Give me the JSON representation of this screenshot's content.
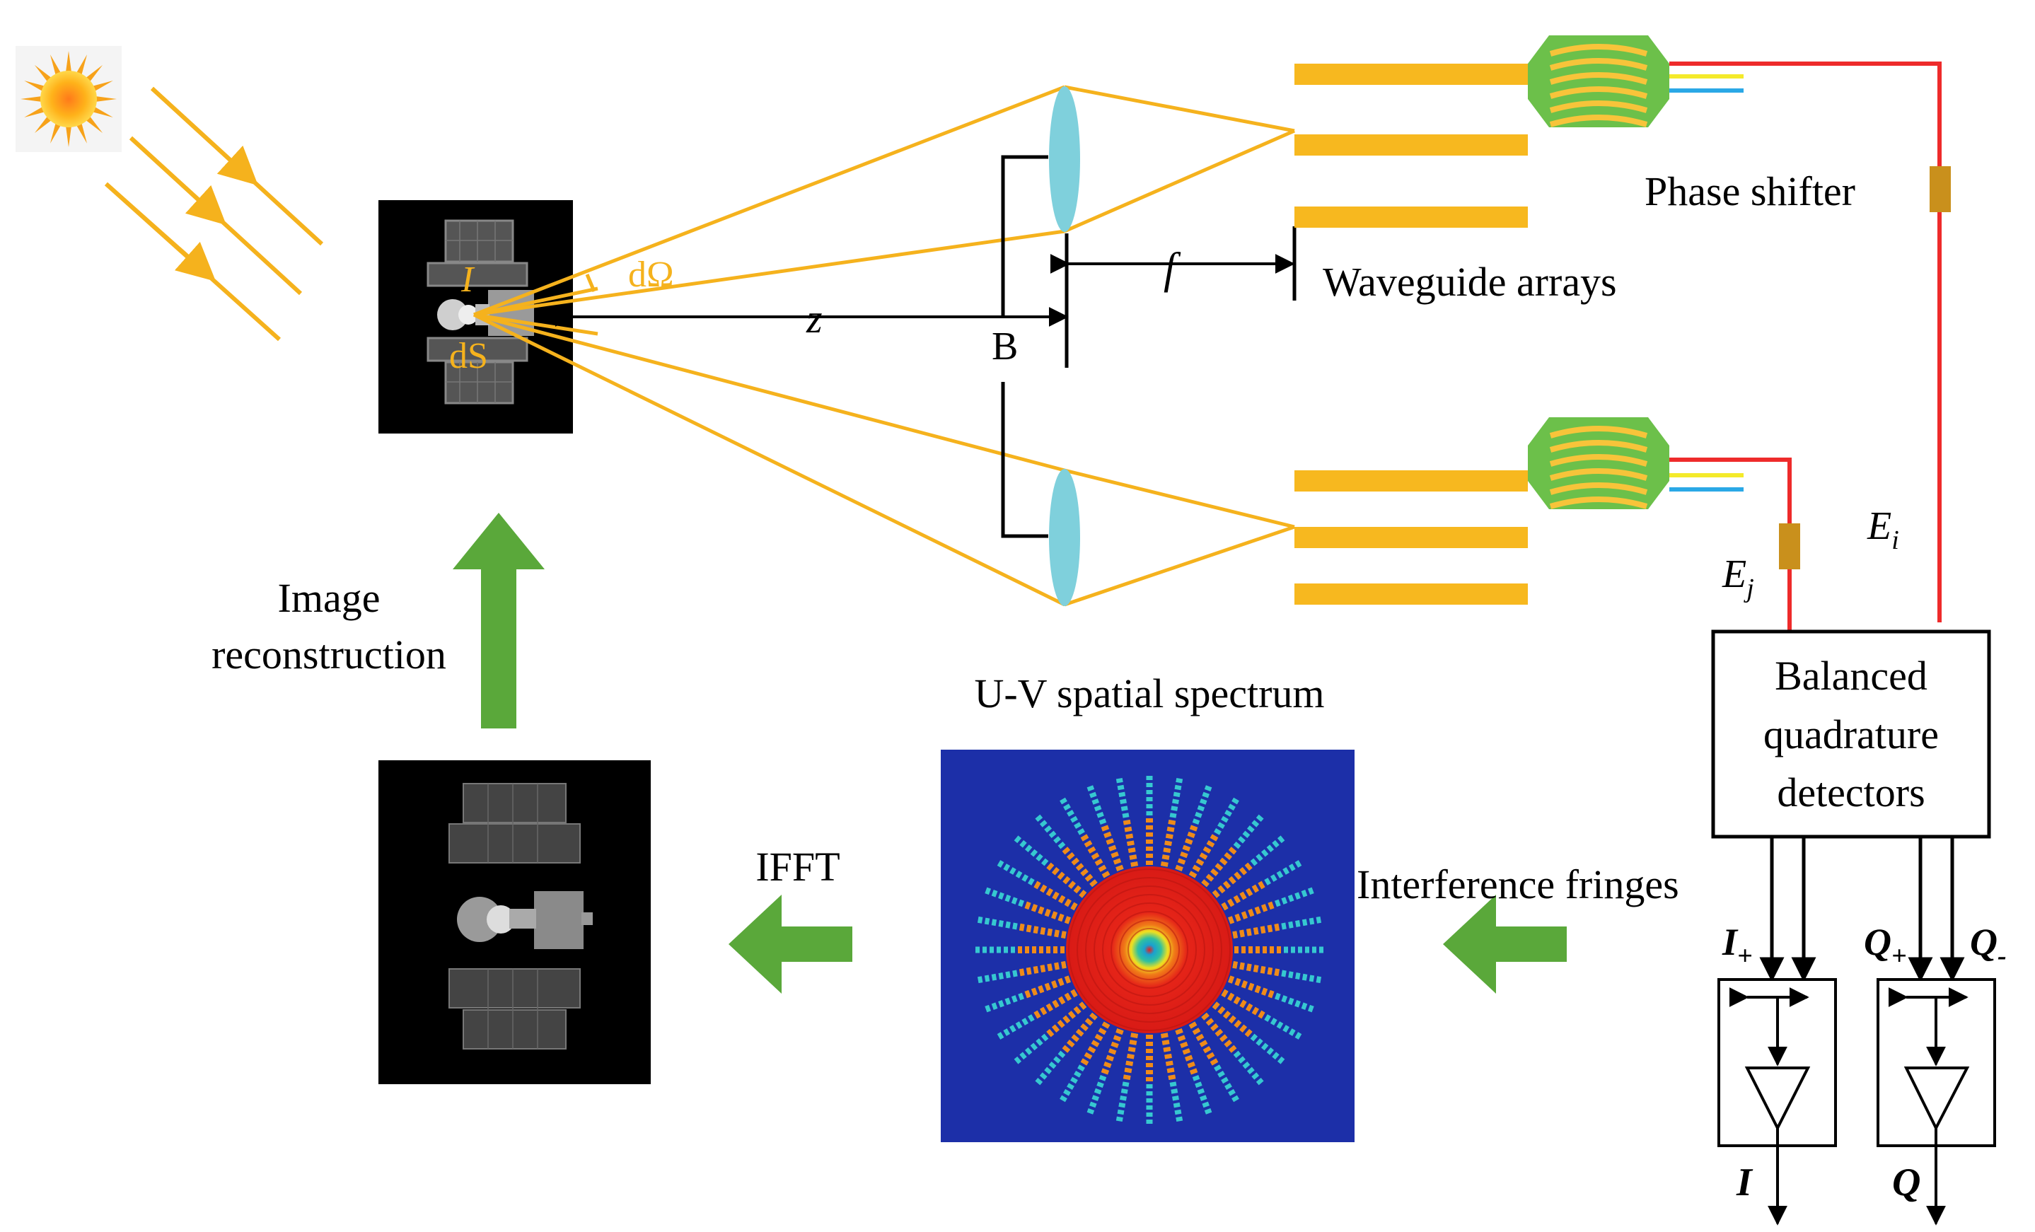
{
  "labels": {
    "phase_shifter": "Phase shifter",
    "waveguide_arrays": "Waveguide arrays",
    "focal_length": "f",
    "distance": "z",
    "baseline": "B",
    "d_omega": "dΩ",
    "intensity": "I",
    "d_s": "dS",
    "field_i_main": "E",
    "field_i_sub": "i",
    "field_j_main": "E",
    "field_j_sub": "j",
    "detectors_line1": "Balanced",
    "detectors_line2": "quadrature",
    "detectors_line3": "detectors",
    "image_recon_line1": "Image",
    "image_recon_line2": "reconstruction",
    "uv_spectrum": "U-V spatial spectrum",
    "ifft": "IFFT",
    "interference_fringes": "Interference fringes",
    "out_i_plus_main": "I",
    "out_i_plus_sub": "+",
    "out_q_plus_main": "Q",
    "out_q_plus_sub": "+",
    "out_q_minus_main": "Q",
    "out_q_minus_sub": "-",
    "out_i": "I",
    "out_q": "Q"
  },
  "colors": {
    "light_beam": "#f5b21d",
    "waveguide": "#f7b81f",
    "lens": "#7fd0dc",
    "mmi_coupler": "#6cc04a",
    "fiber_red": "#ee2b2b",
    "fiber_yellow": "#f4ea2a",
    "fiber_blue": "#2aa8e6",
    "phase_shifter": "#c9901c",
    "green_arrow": "#5aa83a",
    "uv_background": "#1c2fa8",
    "sun": "#f7a21a"
  },
  "icons": {
    "sun": "sun-icon",
    "target": "satellite-target-image",
    "reconstructed": "reconstructed-satellite-image",
    "uv_plot": "uv-spectrum-plot"
  }
}
